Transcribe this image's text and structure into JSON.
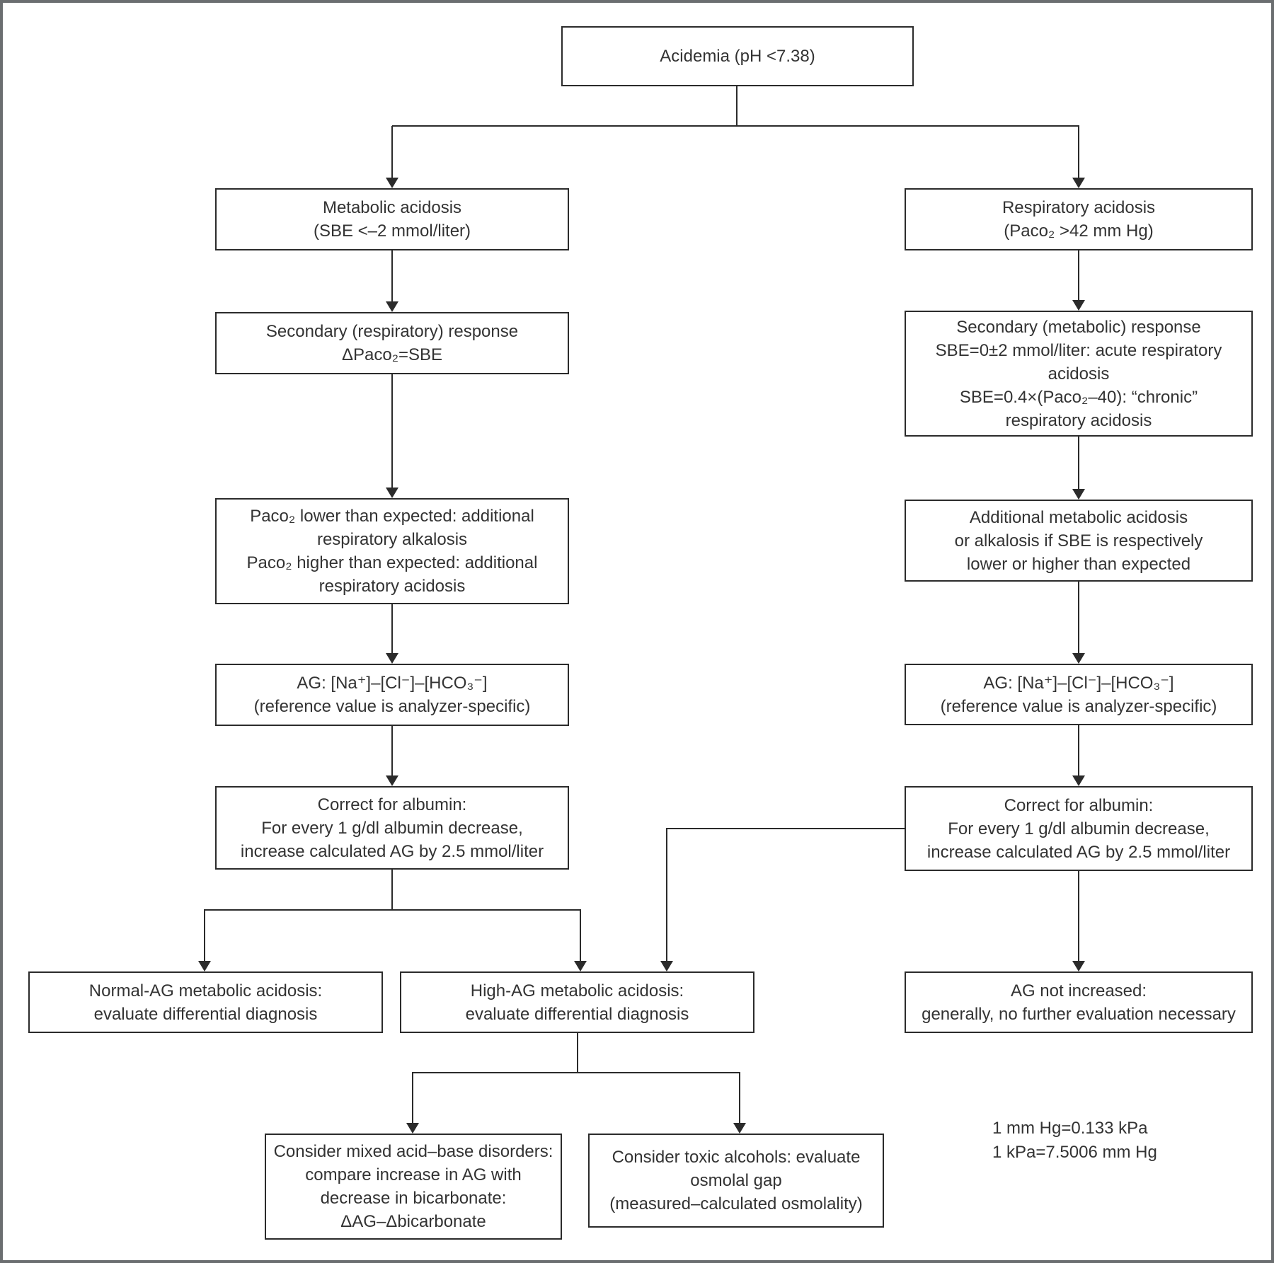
{
  "figure": {
    "boxes": {
      "acidemia": "Acidemia (pH <7.38)",
      "metabolic_acidosis": "Metabolic acidosis\n(SBE <–2 mmol/liter)",
      "respiratory_acidosis": "Respiratory acidosis\n(Paco₂ >42 mm Hg)",
      "secondary_respiratory_response": "Secondary (respiratory) response\nΔPaco₂=SBE",
      "secondary_metabolic_response": "Secondary (metabolic) response\nSBE=0±2 mmol/liter: acute respiratory\nacidosis\nSBE=0.4×(Paco₂–40): “chronic”\nrespiratory acidosis",
      "paco2_expected": "Paco₂ lower than expected: additional\nrespiratory alkalosis\nPaco₂ higher than expected: additional\nrespiratory acidosis",
      "additional_metabolic": "Additional metabolic acidosis\nor alkalosis if SBE is respectively\nlower or higher than expected",
      "anion_gap": "AG: [Na⁺]–[Cl⁻]–[HCO₃⁻]\n(reference value is analyzer-specific)",
      "correct_albumin": "Correct for albumin:\nFor every 1 g/dl albumin decrease,\nincrease calculated AG by 2.5 mmol/liter",
      "normal_ag": "Normal-AG metabolic acidosis:\nevaluate differential diagnosis",
      "high_ag": "High-AG metabolic acidosis:\nevaluate differential diagnosis",
      "ag_not_increased": "AG not increased:\ngenerally, no further evaluation necessary",
      "mixed_disorders": "Consider mixed acid–base disorders:\ncompare increase in AG with\ndecrease in bicarbonate:\nΔAG–Δbicarbonate",
      "toxic_alcohols": "Consider toxic alcohols: evaluate\nosmolal gap\n(measured–calculated osmolality)"
    },
    "footnote": "1 mm Hg=0.133 kPa\n1 kPa=7.5006 mm Hg",
    "colors": {
      "frame": "#6b6e70",
      "box_border": "#2b2b2b",
      "connector": "#2b2b2b",
      "text": "#333333",
      "background": "#ffffff"
    }
  }
}
